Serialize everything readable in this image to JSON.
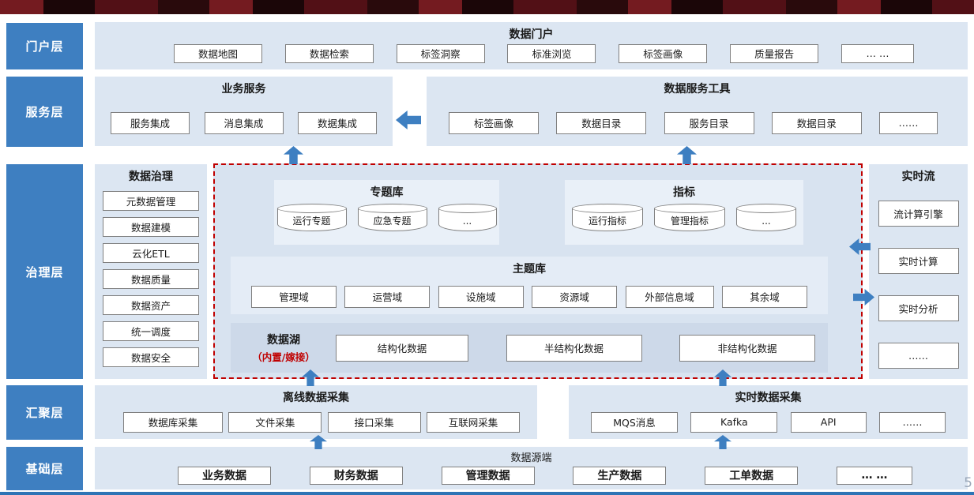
{
  "slide": {
    "page_number": "5"
  },
  "colors": {
    "layer_blue": "#3E7FC1",
    "panel_blue": "#DCE6F2",
    "lake_band_blue": "#CDD9E9",
    "dashed_border_red": "#C00000",
    "lake_subtitle_red": "#C00000",
    "arrow_blue": "#3E7FC1",
    "banner_maroon": "#30090C",
    "bottom_line_blue": "#2E74B5"
  },
  "layers": {
    "portal": "门户层",
    "service": "服务层",
    "governance": "治理层",
    "aggregation": "汇聚层",
    "base": "基础层"
  },
  "portal": {
    "title": "数据门户",
    "items": [
      "数据地图",
      "数据检索",
      "标签洞察",
      "标准浏览",
      "标签画像",
      "质量报告",
      "… …"
    ]
  },
  "service": {
    "business": {
      "title": "业务服务",
      "items": [
        "服务集成",
        "消息集成",
        "数据集成"
      ]
    },
    "tools": {
      "title": "数据服务工具",
      "items": [
        "标签画像",
        "数据目录",
        "服务目录",
        "数据目录",
        "……"
      ]
    }
  },
  "governance": {
    "data_governance": {
      "title": "数据治理",
      "items": [
        "元数据管理",
        "数据建模",
        "云化ETL",
        "数据质量",
        "数据资产",
        "统一调度",
        "数据安全"
      ]
    },
    "subject_library": {
      "title": "专题库",
      "items": [
        "运行专题",
        "应急专题",
        "..."
      ]
    },
    "indicators": {
      "title": "指标",
      "items": [
        "运行指标",
        "管理指标",
        "..."
      ]
    },
    "theme_library": {
      "title": "主题库",
      "items": [
        "管理域",
        "运营域",
        "设施域",
        "资源域",
        "外部信息域",
        "其余域"
      ]
    },
    "data_lake": {
      "title": "数据湖",
      "subtitle": "（内置/嫁接）",
      "items": [
        "结构化数据",
        "半结构化数据",
        "非结构化数据"
      ]
    },
    "realtime_stream": {
      "title": "实时流",
      "items": [
        "流计算引擎",
        "实时计算",
        "实时分析",
        "……"
      ]
    }
  },
  "aggregation": {
    "offline": {
      "title": "离线数据采集",
      "items": [
        "数据库采集",
        "文件采集",
        "接口采集",
        "互联网采集"
      ]
    },
    "realtime": {
      "title": "实时数据采集",
      "items": [
        "MQS消息",
        "Kafka",
        "API",
        "……"
      ]
    }
  },
  "base": {
    "title": "数据源端",
    "items": [
      "业务数据",
      "财务数据",
      "管理数据",
      "生产数据",
      "工单数据",
      "… …"
    ]
  }
}
